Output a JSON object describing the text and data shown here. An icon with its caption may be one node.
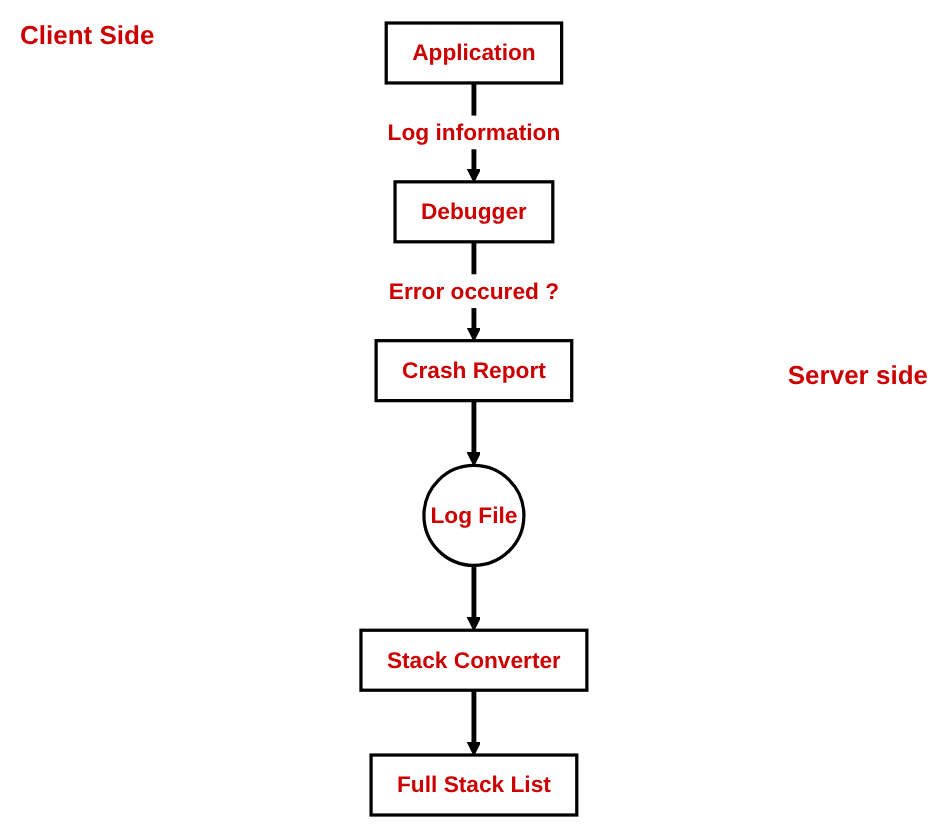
{
  "diagram": {
    "nodes": [
      {
        "text": [
          "Application"
        ]
      },
      {
        "text": [
          "Debugger"
        ]
      },
      {
        "text": [
          "Crash Report"
        ]
      },
      {
        "text": [
          "Log File"
        ]
      },
      {
        "text": [
          "Stack Converter"
        ]
      },
      {
        "text": [
          "Full Stack List"
        ]
      }
    ],
    "edges": [
      {
        "from": 0,
        "to": 1,
        "arrow": "to",
        "label": "Log information"
      },
      {
        "from": 1,
        "to": 2,
        "arrow": "to",
        "label": "Error occured ?"
      },
      {
        "from": 2,
        "to": 3,
        "arrow": "to"
      },
      {
        "from": 3,
        "to": 4,
        "arrow": "to"
      },
      {
        "from": 4,
        "to": 5,
        "arrow": "to"
      }
    ],
    "labels": [
      "Client Side",
      "Server side"
    ]
  }
}
